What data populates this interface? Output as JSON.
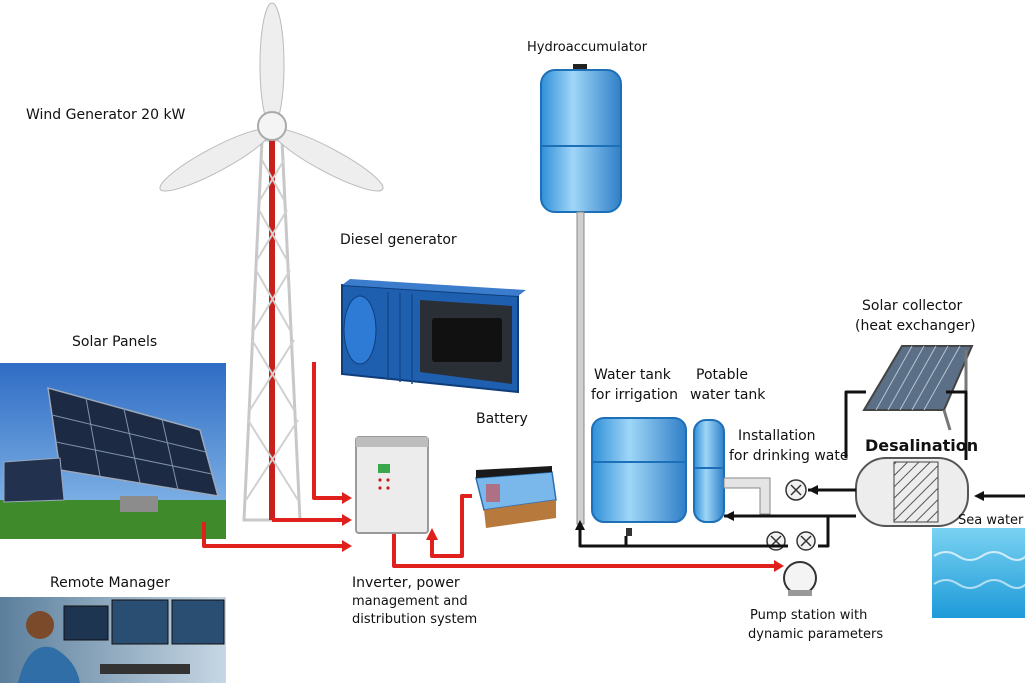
{
  "labels": {
    "wind": "Wind Generator 20 kW",
    "hydro": "Hydroaccumulator",
    "diesel": "Diesel generator",
    "solar_panels": "Solar Panels",
    "battery": "Battery",
    "solar_collector_1": "Solar collector",
    "solar_collector_2": "(heat exchanger)",
    "water_tank_1": "Water tank",
    "water_tank_2": "for irrigation",
    "potable_1": "Potable",
    "potable_2": "water tank",
    "install_1": "Installation",
    "install_2": "for drinking wate",
    "desalination": "Desalination",
    "sea_water": "Sea water",
    "remote": "Remote Manager",
    "inverter_1": "Inverter, power",
    "inverter_2": "management and",
    "inverter_3": "distribution system",
    "pump_1": "Pump station with",
    "pump_2": "dynamic parameters"
  },
  "colors": {
    "power_line": "#e0201c",
    "water_line": "#111111",
    "container_blue": "#1f5fb0",
    "tank_blue": "#4aa3e6",
    "sky": "#3c78c8",
    "grass": "#3f8a2a",
    "sea": "#3bb6e6"
  }
}
